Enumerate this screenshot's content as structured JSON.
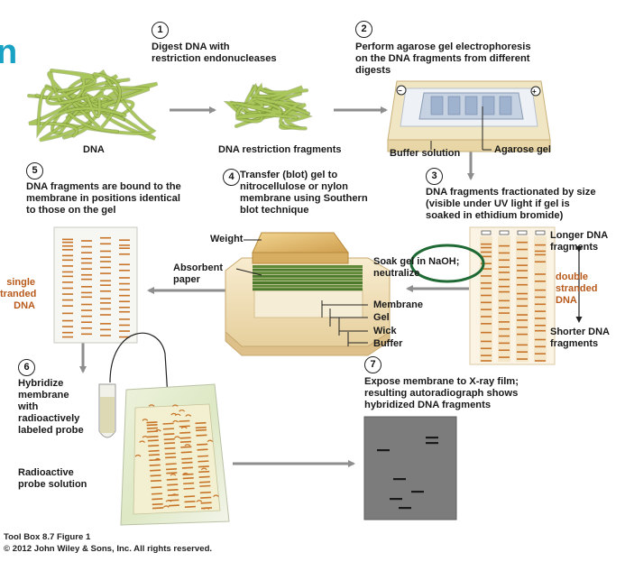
{
  "steps": [
    {
      "num": "1",
      "lines": [
        "Digest DNA with",
        "restriction endonucleases"
      ]
    },
    {
      "num": "2",
      "lines": [
        "Perform agarose gel electrophoresis",
        "on the DNA fragments from different",
        "digests"
      ]
    },
    {
      "num": "3",
      "lines": [
        "DNA fragments fractionated by size",
        "(visible under UV light if gel is",
        "soaked in ethidium bromide)"
      ]
    },
    {
      "num": "4",
      "lines": [
        "Transfer (blot) gel to",
        "nitrocellulose or nylon",
        "membrane using Southern",
        "blot technique"
      ]
    },
    {
      "num": "5",
      "lines": [
        "DNA fragments are bound to the",
        "membrane in positions identical",
        "to those on the gel"
      ]
    },
    {
      "num": "6",
      "lines": [
        "Hybridize",
        "membrane",
        "with",
        "radioactively",
        "labeled probe"
      ]
    },
    {
      "num": "7",
      "lines": [
        "Expose membrane to X-ray film;",
        "resulting autoradiograph shows",
        "hybridized DNA fragments"
      ]
    }
  ],
  "labels": {
    "dna": "DNA",
    "fragments": "DNA restriction fragments",
    "buffer_solution": "Buffer solution",
    "agarose_gel": "Agarose gel",
    "minus": "−",
    "plus": "+",
    "weight": "Weight",
    "absorbent_paper": [
      "Absorbent",
      "paper"
    ],
    "soak": [
      "Soak gel in NaOH;",
      "neutralize"
    ],
    "membrane": "Membrane",
    "gel": "Gel",
    "wick": "Wick",
    "buffer": "Buffer",
    "longer": [
      "Longer DNA",
      "fragments"
    ],
    "shorter": [
      "Shorter DNA",
      "fragments"
    ],
    "double_stranded": [
      "double",
      "stranded",
      "DNA"
    ],
    "single_stranded": [
      "single",
      "tranded",
      "DNA"
    ],
    "radioactive_probe": [
      "Radioactive",
      "probe solution"
    ]
  },
  "corner_glyph": "n",
  "footer": {
    "figure": "Tool Box 8.7 Figure 1",
    "copyright": "© 2012 John Wiley & Sons, Inc. All rights reserved."
  },
  "colors": {
    "dna_strand": "#a9c65a",
    "band": "#c8752a",
    "gel_lane": "#f4e6c9",
    "annotation_red": "#b85a1c",
    "highlight_circle": "#1f6a34",
    "arrow": "#8e8e8e",
    "wood": "#e3bd74",
    "sponge": "#5e8a38"
  }
}
